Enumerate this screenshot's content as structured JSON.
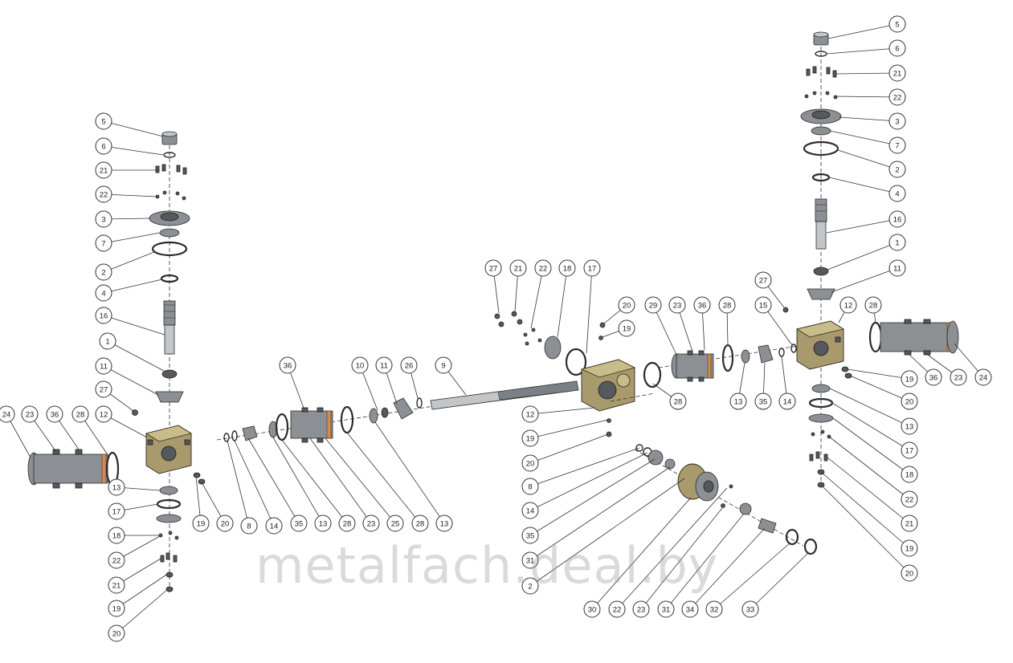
{
  "watermark": "metalfach.deal.by",
  "callouts": [
    {
      "id": "L5",
      "label": "5"
    },
    {
      "id": "L6",
      "label": "6"
    },
    {
      "id": "L21a",
      "label": "21"
    },
    {
      "id": "L22a",
      "label": "22"
    },
    {
      "id": "L3",
      "label": "3"
    },
    {
      "id": "L7",
      "label": "7"
    },
    {
      "id": "L2",
      "label": "2"
    },
    {
      "id": "L4",
      "label": "4"
    },
    {
      "id": "L16",
      "label": "16"
    },
    {
      "id": "L1",
      "label": "1"
    },
    {
      "id": "L11",
      "label": "11"
    },
    {
      "id": "L27",
      "label": "27"
    },
    {
      "id": "L12",
      "label": "12"
    },
    {
      "id": "L24",
      "label": "24"
    },
    {
      "id": "L23",
      "label": "23"
    },
    {
      "id": "L36",
      "label": "36"
    },
    {
      "id": "L28",
      "label": "28"
    },
    {
      "id": "L13",
      "label": "13"
    },
    {
      "id": "L17",
      "label": "17"
    },
    {
      "id": "L18",
      "label": "18"
    },
    {
      "id": "L22b",
      "label": "22"
    },
    {
      "id": "L21b",
      "label": "21"
    },
    {
      "id": "L19a",
      "label": "19"
    },
    {
      "id": "L20a",
      "label": "20"
    },
    {
      "id": "L19b",
      "label": "19"
    },
    {
      "id": "L20b",
      "label": "20"
    },
    {
      "id": "B8",
      "label": "8"
    },
    {
      "id": "B14",
      "label": "14"
    },
    {
      "id": "B35",
      "label": "35"
    },
    {
      "id": "B13",
      "label": "13"
    },
    {
      "id": "B28",
      "label": "28"
    },
    {
      "id": "B23",
      "label": "23"
    },
    {
      "id": "B25",
      "label": "25"
    },
    {
      "id": "B28b",
      "label": "28"
    },
    {
      "id": "B13b",
      "label": "13"
    },
    {
      "id": "B36",
      "label": "36"
    },
    {
      "id": "B10",
      "label": "10"
    },
    {
      "id": "B11",
      "label": "11"
    },
    {
      "id": "B26",
      "label": "26"
    },
    {
      "id": "B9",
      "label": "9"
    },
    {
      "id": "C27",
      "label": "27"
    },
    {
      "id": "C21",
      "label": "21"
    },
    {
      "id": "C22",
      "label": "22"
    },
    {
      "id": "C18",
      "label": "18"
    },
    {
      "id": "C17",
      "label": "17"
    },
    {
      "id": "C20",
      "label": "20"
    },
    {
      "id": "C19",
      "label": "19"
    },
    {
      "id": "C12",
      "label": "12"
    },
    {
      "id": "C19b",
      "label": "19"
    },
    {
      "id": "C20b",
      "label": "20"
    },
    {
      "id": "C8",
      "label": "8"
    },
    {
      "id": "C14",
      "label": "14"
    },
    {
      "id": "C35",
      "label": "35"
    },
    {
      "id": "C31",
      "label": "31"
    },
    {
      "id": "C2",
      "label": "2"
    },
    {
      "id": "C30",
      "label": "30"
    },
    {
      "id": "C22b",
      "label": "22"
    },
    {
      "id": "C23",
      "label": "23"
    },
    {
      "id": "C31b",
      "label": "31"
    },
    {
      "id": "C34",
      "label": "34"
    },
    {
      "id": "C32",
      "label": "32"
    },
    {
      "id": "C33",
      "label": "33"
    },
    {
      "id": "M29",
      "label": "29"
    },
    {
      "id": "M23",
      "label": "23"
    },
    {
      "id": "M36",
      "label": "36"
    },
    {
      "id": "M28",
      "label": "28"
    },
    {
      "id": "M28b",
      "label": "28"
    },
    {
      "id": "M13",
      "label": "13"
    },
    {
      "id": "M35",
      "label": "35"
    },
    {
      "id": "M14",
      "label": "14"
    },
    {
      "id": "M15",
      "label": "15"
    },
    {
      "id": "M27",
      "label": "27"
    },
    {
      "id": "R5",
      "label": "5"
    },
    {
      "id": "R6",
      "label": "6"
    },
    {
      "id": "R21",
      "label": "21"
    },
    {
      "id": "R22",
      "label": "22"
    },
    {
      "id": "R3",
      "label": "3"
    },
    {
      "id": "R7",
      "label": "7"
    },
    {
      "id": "R2",
      "label": "2"
    },
    {
      "id": "R4",
      "label": "4"
    },
    {
      "id": "R16",
      "label": "16"
    },
    {
      "id": "R1",
      "label": "1"
    },
    {
      "id": "R11",
      "label": "11"
    },
    {
      "id": "R12",
      "label": "12"
    },
    {
      "id": "R28",
      "label": "28"
    },
    {
      "id": "R19",
      "label": "19"
    },
    {
      "id": "R20",
      "label": "20"
    },
    {
      "id": "R36",
      "label": "36"
    },
    {
      "id": "R23",
      "label": "23"
    },
    {
      "id": "R24",
      "label": "24"
    },
    {
      "id": "R13",
      "label": "13"
    },
    {
      "id": "R17",
      "label": "17"
    },
    {
      "id": "R18",
      "label": "18"
    },
    {
      "id": "R22b",
      "label": "22"
    },
    {
      "id": "R21b",
      "label": "21"
    },
    {
      "id": "R19b",
      "label": "19"
    },
    {
      "id": "R20b",
      "label": "20"
    }
  ]
}
